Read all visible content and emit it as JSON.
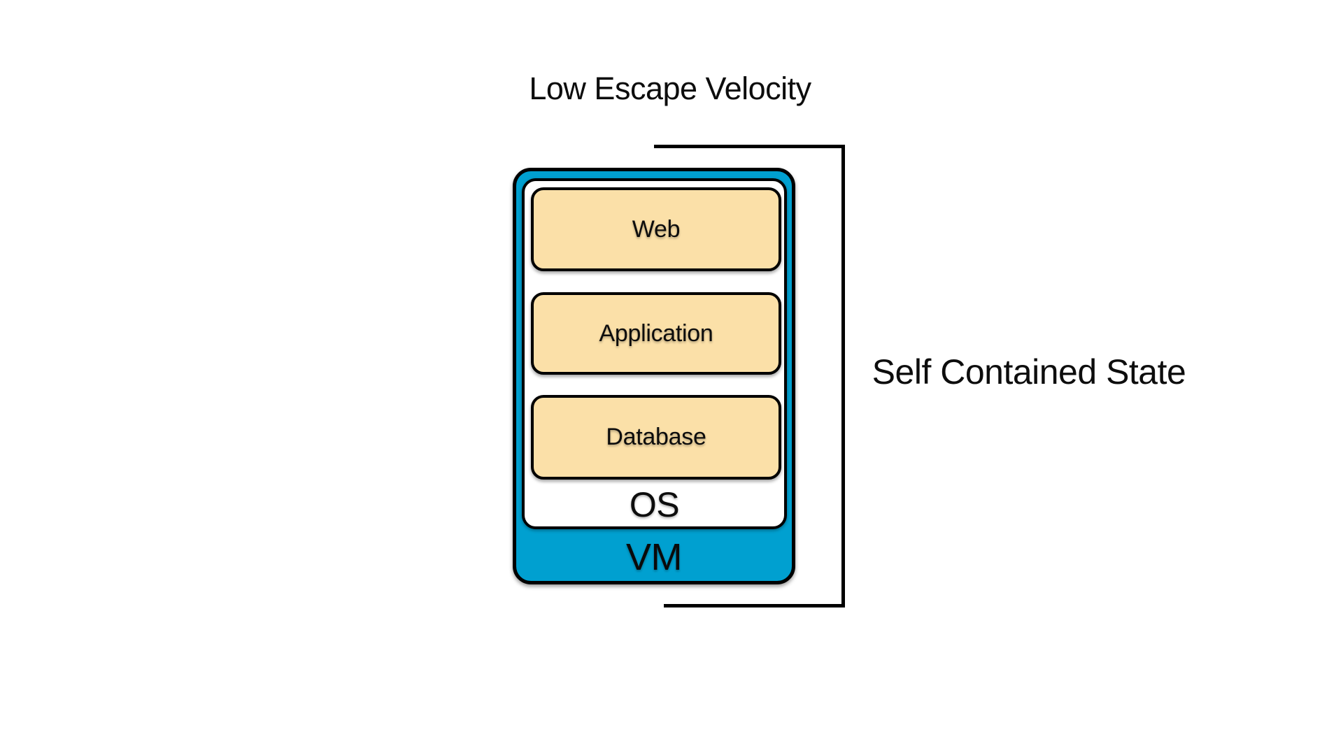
{
  "title": "Low Escape Velocity",
  "bracket": {
    "label": "Self Contained State"
  },
  "stack": {
    "vm_label": "VM",
    "os_label": "OS",
    "layers": [
      {
        "label": "Web"
      },
      {
        "label": "Application"
      },
      {
        "label": "Database"
      }
    ]
  },
  "colors": {
    "background": "#FFFFFF",
    "vm_fill": "#00A0D0",
    "os_fill": "#FFFFFF",
    "layer_fill": "#FBE0A8",
    "border": "#000000",
    "text": "#000000"
  }
}
